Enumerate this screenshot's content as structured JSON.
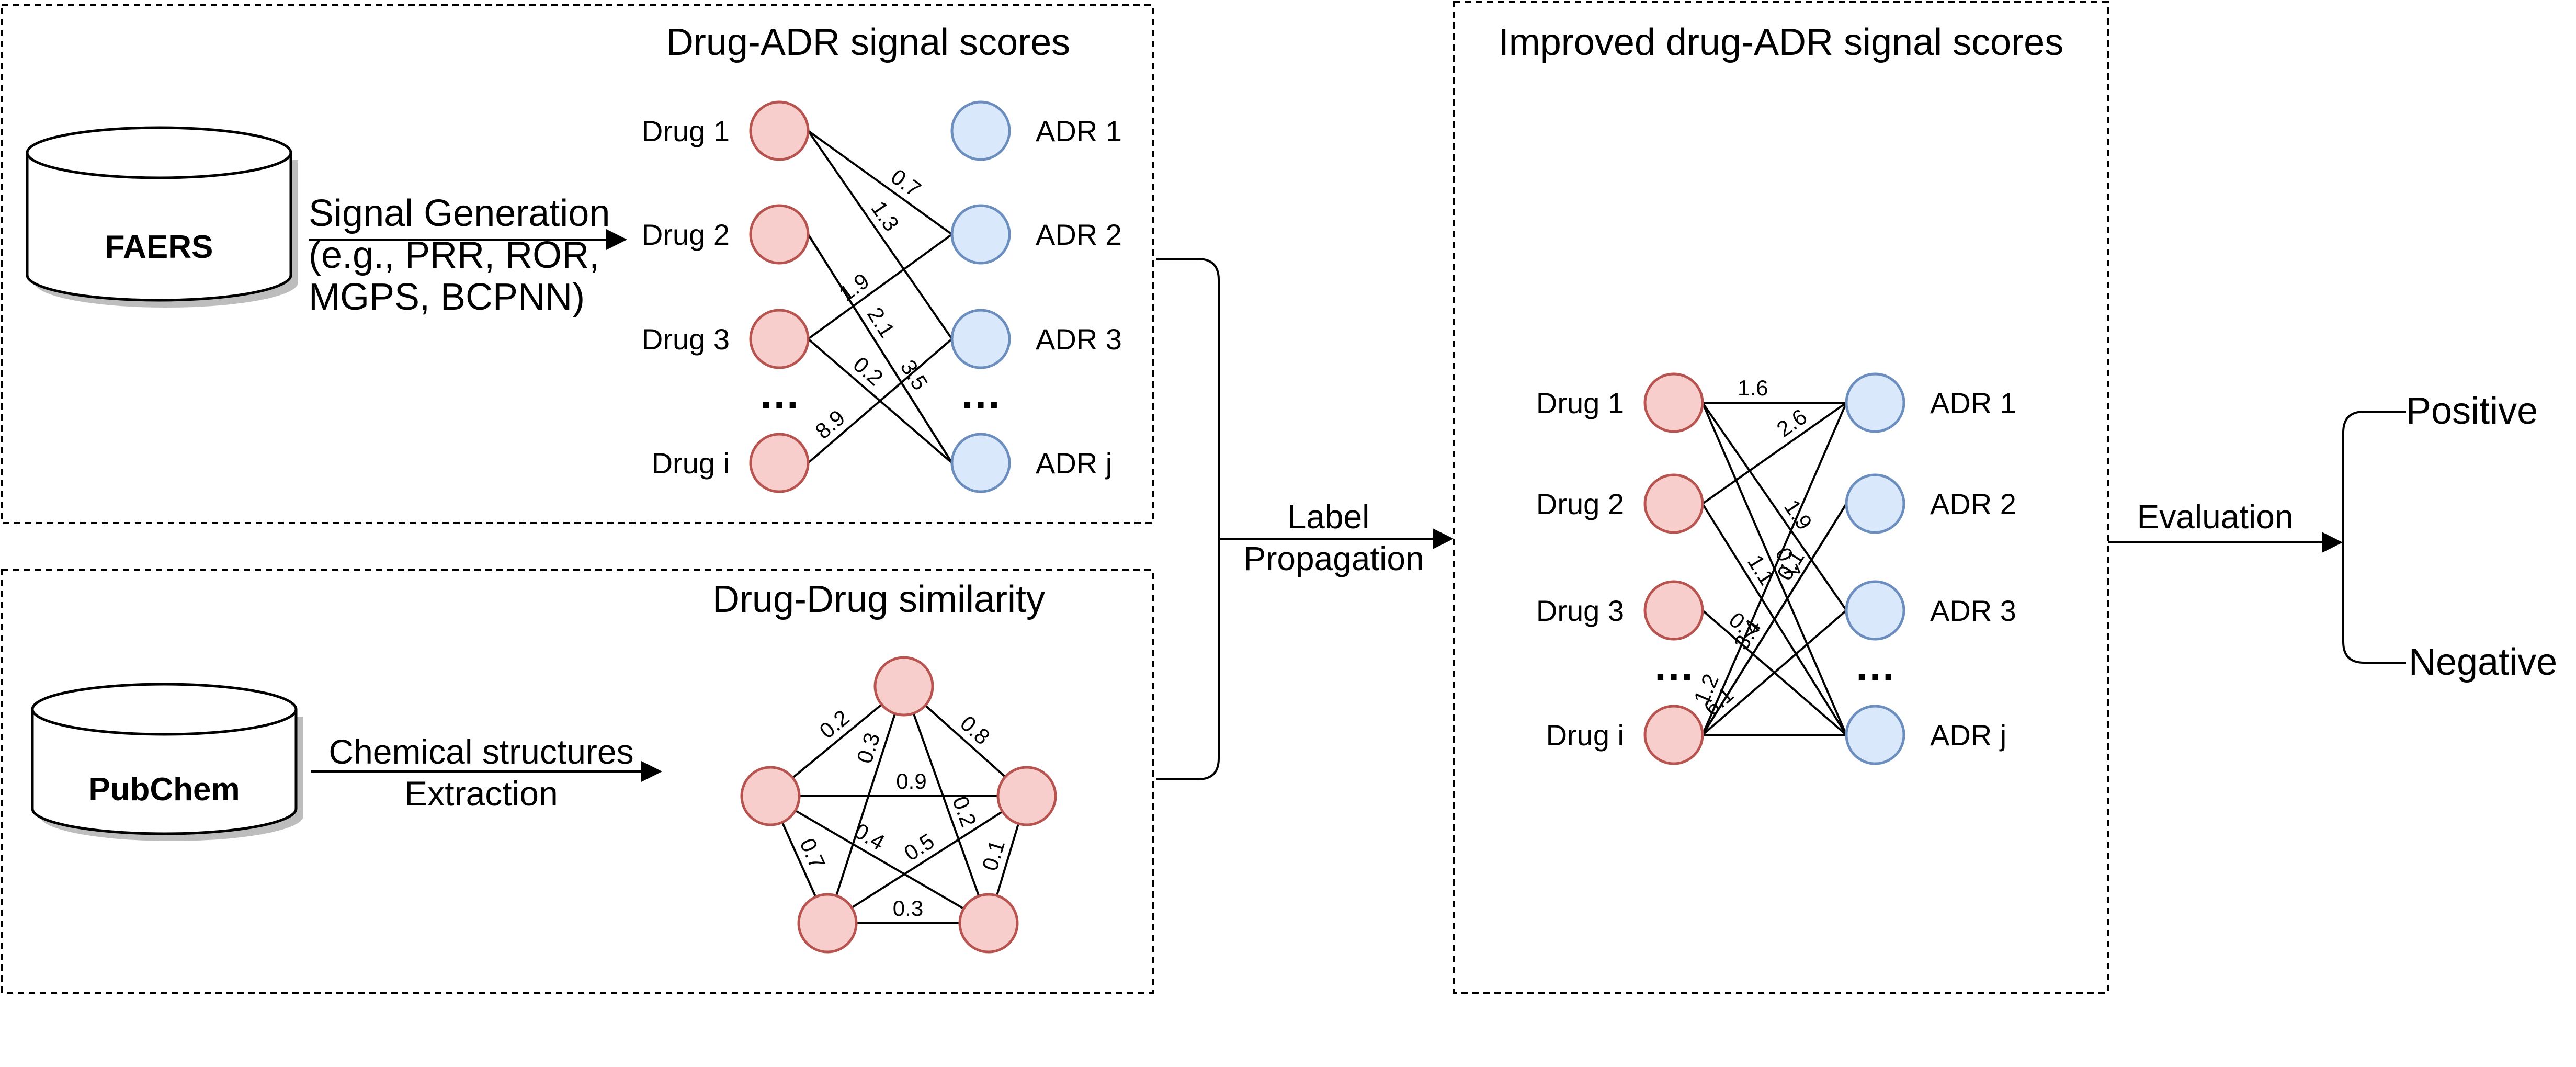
{
  "panels": {
    "drug_adr_title": "Drug-ADR signal scores",
    "drug_drug_title": "Drug-Drug similarity",
    "improved_title": "Improved drug-ADR signal scores"
  },
  "sources": {
    "faers": "FAERS",
    "pubchem": "PubChem"
  },
  "steps": {
    "signal_line1": "Signal Generation",
    "signal_line2": "(e.g., PRR, ROR,",
    "signal_line3": "MGPS, BCPNN)",
    "chem_line1": "Chemical structures",
    "chem_line2": "Extraction",
    "label_prop_line1": "Label",
    "label_prop_line2": "Propagation",
    "evaluation": "Evaluation"
  },
  "outcomes": {
    "positive": "Positive",
    "negative": "Negative"
  },
  "drug_adr_graph": {
    "drugs": [
      "Drug 1",
      "Drug 2",
      "Drug 3",
      "Drug i"
    ],
    "adrs": [
      "ADR 1",
      "ADR 2",
      "ADR 3",
      "ADR j"
    ],
    "ellipsis": "…",
    "edges": [
      {
        "from": 1,
        "to": 3,
        "label": "3.5"
      },
      {
        "from": 0,
        "to": 1,
        "label": "0.7"
      },
      {
        "from": 0,
        "to": 2,
        "label": "1.3"
      },
      {
        "from": 2,
        "to": 1,
        "label": "1.9"
      },
      {
        "from": 1,
        "to": 3,
        "label": "2.1"
      },
      {
        "from": 2,
        "to": 3,
        "label": "0.2"
      },
      {
        "from": 3,
        "to": 2,
        "label": "8.9"
      }
    ]
  },
  "similarity_graph": {
    "nodes": 5,
    "edges": [
      {
        "a": 0,
        "b": 1,
        "label": "0.2"
      },
      {
        "a": 0,
        "b": 2,
        "label": "0.8"
      },
      {
        "a": 0,
        "b": 3,
        "label": "0.3"
      },
      {
        "a": 1,
        "b": 2,
        "label": "0.9"
      },
      {
        "a": 1,
        "b": 4,
        "label": "0.4"
      },
      {
        "a": 2,
        "b": 3,
        "label": "0.5"
      },
      {
        "a": 0,
        "b": 4,
        "label": "0.2"
      },
      {
        "a": 1,
        "b": 3,
        "label": "0.7"
      },
      {
        "a": 2,
        "b": 4,
        "label": "0.1"
      },
      {
        "a": 3,
        "b": 4,
        "label": "0.3"
      }
    ]
  },
  "improved_graph": {
    "drugs": [
      "Drug 1",
      "Drug 2",
      "Drug 3",
      "Drug i"
    ],
    "adrs": [
      "ADR 1",
      "ADR 2",
      "ADR 3",
      "ADR j"
    ],
    "ellipsis": "…",
    "edges": [
      {
        "from": 0,
        "to": 0,
        "label": "1.6"
      },
      {
        "from": 1,
        "to": 0,
        "label": "2.6"
      },
      {
        "from": 0,
        "to": 2,
        "label": "1.9"
      },
      {
        "from": 0,
        "to": 3,
        "label": "0.7"
      },
      {
        "from": 3,
        "to": 1,
        "label": "3.4"
      },
      {
        "from": 1,
        "to": 3,
        "label": "1.1"
      },
      {
        "from": 2,
        "to": 3,
        "label": "0.7"
      },
      {
        "from": 3,
        "to": 1,
        "label": "0.1"
      },
      {
        "from": 3,
        "to": 0,
        "label": "1.2"
      },
      {
        "from": 3,
        "to": 2,
        "label": "6.1"
      },
      {
        "from": 3,
        "to": 3,
        "label": ""
      }
    ]
  }
}
